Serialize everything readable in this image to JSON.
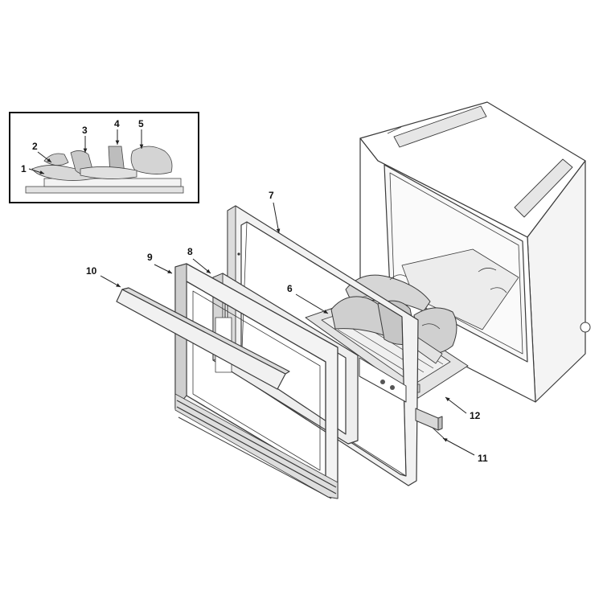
{
  "diagram": {
    "callouts": [
      "1",
      "2",
      "3",
      "4",
      "5",
      "6",
      "7",
      "8",
      "9",
      "10",
      "11",
      "12"
    ],
    "colors": {
      "stroke": "#3a3a3a",
      "fill_light": "#ffffff",
      "fill_gray": "#e9e9e9",
      "fill_dark": "#bdbdbd",
      "inset_border": "#111111"
    }
  }
}
